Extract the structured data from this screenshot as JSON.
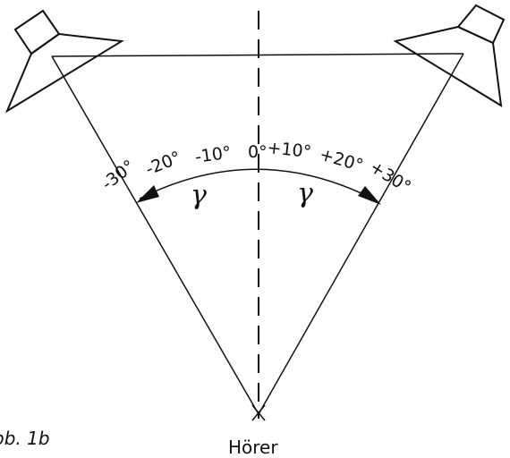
{
  "figure": {
    "label": "bb. 1b",
    "listener_label": "Hörer"
  },
  "angle_scale": {
    "ticks": [
      "-30°",
      "-20°",
      "-10°",
      "0°",
      "+10°",
      "+20°",
      "+30°"
    ]
  },
  "angle_symbols": {
    "left": "γ",
    "right": "γ"
  }
}
